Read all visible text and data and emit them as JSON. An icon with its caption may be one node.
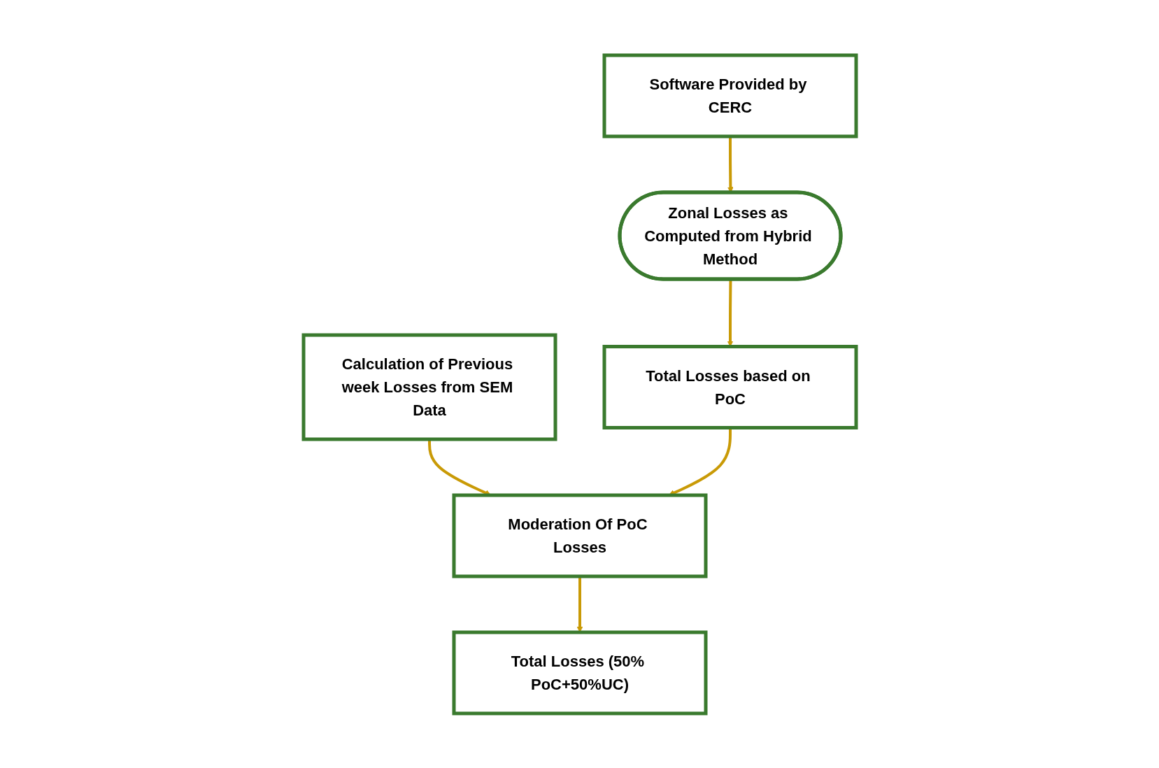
{
  "diagram": {
    "nodes": [
      {
        "text": [
          "Calculation of Previous week Losses from SEM Data"
        ]
      },
      {
        "text": [
          "Total Losses based on PoC"
        ]
      },
      {
        "text": [
          "Software Provided by CERC"
        ]
      },
      {
        "text": [
          "Zonal Losses as Computed from Hybrid Method"
        ]
      },
      {
        "text": [
          "Moderation Of PoC Losses"
        ]
      },
      {
        "text": [
          "Total Losses (50% PoC+50%UC)"
        ]
      }
    ],
    "edges": [
      {
        "from": 0,
        "to": 4,
        "arrow": "to",
        "color": "#c99a06"
      },
      {
        "from": 1,
        "to": 4,
        "arrow": "to",
        "color": "#c99a06"
      },
      {
        "from": 2,
        "to": 3,
        "arrow": "to",
        "color": "#c99a06"
      },
      {
        "from": 3,
        "to": 1,
        "arrow": "to",
        "color": "#c99a06"
      },
      {
        "from": 4,
        "to": 5,
        "arrow": "to",
        "color": "#c99a06"
      }
    ]
  }
}
